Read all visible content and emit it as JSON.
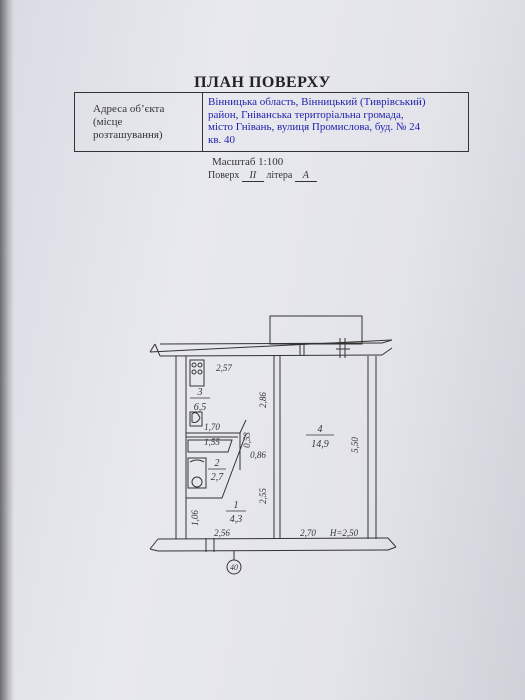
{
  "document": {
    "title": "ПЛАН ПОВЕРХУ",
    "address_label": "Адреса об’єкта\n(місце\nрозташування)",
    "address_value": "Вінницька область, Вінницький (Тиврівський)\nрайон, Гніванська територіальна громада,\nмісто Гнівань, вулиця Промислова, буд. № 24\nкв. 40",
    "scale": "Масштаб 1:100",
    "floor_prefix": "Поверх",
    "floor_value": "II",
    "letter_prefix": "літера",
    "letter_value": "А"
  },
  "plan": {
    "rooms": [
      {
        "number": "3",
        "area": "6,5"
      },
      {
        "number": "4",
        "area": "14,9"
      },
      {
        "number": "2",
        "area": "2,7"
      },
      {
        "number": "1",
        "area": "4,3"
      }
    ],
    "dimensions": {
      "d_2_57": "2,57",
      "d_2_86": "2,86",
      "d_1_70": "1,70",
      "d_0_53": "0,53",
      "d_1_55": "1,55",
      "d_0_86": "0,86",
      "d_5_50": "5,50",
      "d_2_55": "2,55",
      "d_1_06": "1,06",
      "d_2_56": "2,56",
      "d_2_70": "2,70",
      "height": "Н=2,50"
    },
    "apartment_number": "40"
  }
}
